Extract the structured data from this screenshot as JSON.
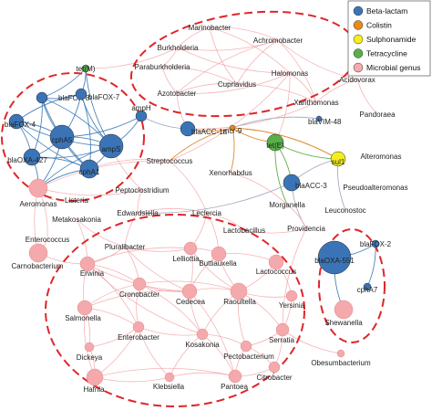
{
  "legend": {
    "items": [
      {
        "key": "beta",
        "label": "Beta-lactam",
        "color": "#3a74b6"
      },
      {
        "key": "colistin",
        "label": "Colistin",
        "color": "#e88a1a"
      },
      {
        "key": "sulph",
        "label": "Sulphonamide",
        "color": "#f4ee1c"
      },
      {
        "key": "tetra",
        "label": "Tetracycline",
        "color": "#58b047"
      },
      {
        "key": "microbe",
        "label": "Microbial genus",
        "color": "#f4a9ad"
      }
    ]
  },
  "nodes": [
    {
      "id": "marinobacter",
      "label": "Marinobacter",
      "type": "microbe"
    },
    {
      "id": "achromobacter",
      "label": "Achromobacter",
      "type": "microbe"
    },
    {
      "id": "burkholderia",
      "label": "Burkholderia",
      "type": "microbe"
    },
    {
      "id": "paraburkholderia",
      "label": "Paraburkholderia",
      "type": "microbe"
    },
    {
      "id": "halomonas",
      "label": "Halomonas",
      "type": "microbe"
    },
    {
      "id": "cupriavidus",
      "label": "Cupriavidus",
      "type": "microbe"
    },
    {
      "id": "azotobacter",
      "label": "Azotobacter",
      "type": "microbe"
    },
    {
      "id": "xanthomonas",
      "label": "Xanthomonas",
      "type": "microbe"
    },
    {
      "id": "acidovorax",
      "label": "Acidovorax",
      "type": "microbe"
    },
    {
      "id": "pandoraea",
      "label": "Pandoraea",
      "type": "microbe"
    },
    {
      "id": "tetM",
      "label": "tet(M)",
      "type": "tetra"
    },
    {
      "id": "blaFOX8",
      "label": "blaFOX-8",
      "type": "beta"
    },
    {
      "id": "blaFOX7",
      "label": "blaFOX-7",
      "type": "beta"
    },
    {
      "id": "blaFOX4",
      "label": "blaFOX-4",
      "type": "beta"
    },
    {
      "id": "cphA5",
      "label": "cphA5",
      "type": "beta"
    },
    {
      "id": "ampH",
      "label": "ampH",
      "type": "beta"
    },
    {
      "id": "ampS",
      "label": "ampS",
      "type": "beta"
    },
    {
      "id": "blaOXA427",
      "label": "blaOXA-427",
      "type": "beta"
    },
    {
      "id": "cphA1",
      "label": "cphA1",
      "type": "beta"
    },
    {
      "id": "aeromonas",
      "label": "Aeromonas",
      "type": "microbe"
    },
    {
      "id": "blaACC1a",
      "label": "blaACC-1a",
      "type": "beta"
    },
    {
      "id": "mcr9",
      "label": "mcr-9",
      "type": "colistin"
    },
    {
      "id": "blaVIM48",
      "label": "blaVIM-48",
      "type": "beta"
    },
    {
      "id": "tetE",
      "label": "tet(E)",
      "type": "tetra"
    },
    {
      "id": "sul1",
      "label": "sul1",
      "type": "sulph"
    },
    {
      "id": "alteromonas",
      "label": "Alteromonas",
      "type": "microbe"
    },
    {
      "id": "streptococcus",
      "label": "Streptococcus",
      "type": "microbe"
    },
    {
      "id": "xenorhabdus",
      "label": "Xenorhabdus",
      "type": "microbe"
    },
    {
      "id": "blaACC3",
      "label": "blaACC-3",
      "type": "beta"
    },
    {
      "id": "pseudoalteromonas",
      "label": "Pseudoalteromonas",
      "type": "microbe"
    },
    {
      "id": "listeria",
      "label": "Listeria",
      "type": "microbe"
    },
    {
      "id": "peptoclostridium",
      "label": "Peptoclostridium",
      "type": "microbe"
    },
    {
      "id": "morganella",
      "label": "Morganella",
      "type": "microbe"
    },
    {
      "id": "leuconostoc",
      "label": "Leuconostoc",
      "type": "microbe"
    },
    {
      "id": "edwardsiella",
      "label": "Edwardsiella",
      "type": "microbe"
    },
    {
      "id": "leclercia",
      "label": "Leclercia",
      "type": "microbe"
    },
    {
      "id": "metakosakonia",
      "label": "Metakosakonia",
      "type": "microbe"
    },
    {
      "id": "lactobacillus",
      "label": "Lactobacillus",
      "type": "microbe"
    },
    {
      "id": "providencia",
      "label": "Providencia",
      "type": "microbe"
    },
    {
      "id": "enterococcus",
      "label": "Enterococcus",
      "type": "microbe"
    },
    {
      "id": "carnobacterium",
      "label": "Carnobacterium",
      "type": "microbe"
    },
    {
      "id": "pluralibacter",
      "label": "Pluralibacter",
      "type": "microbe"
    },
    {
      "id": "lelliottia",
      "label": "Lelliottia",
      "type": "microbe"
    },
    {
      "id": "buttiauxella",
      "label": "Buttiauxella",
      "type": "microbe"
    },
    {
      "id": "erwinia",
      "label": "Erwinia",
      "type": "microbe"
    },
    {
      "id": "lactococcus",
      "label": "Lactococcus",
      "type": "microbe"
    },
    {
      "id": "blaOXA551",
      "label": "blaOXA-551",
      "type": "beta"
    },
    {
      "id": "blaFOX2",
      "label": "blaFOX-2",
      "type": "beta"
    },
    {
      "id": "cphA7",
      "label": "cphA7",
      "type": "beta"
    },
    {
      "id": "cronobacter",
      "label": "Cronobacter",
      "type": "microbe"
    },
    {
      "id": "cedecea",
      "label": "Cedecea",
      "type": "microbe"
    },
    {
      "id": "raoultella",
      "label": "Raoultella",
      "type": "microbe"
    },
    {
      "id": "yersinia",
      "label": "Yersinia",
      "type": "microbe"
    },
    {
      "id": "salmonella",
      "label": "Salmonella",
      "type": "microbe"
    },
    {
      "id": "shewanella",
      "label": "Shewanella",
      "type": "microbe"
    },
    {
      "id": "enterobacter",
      "label": "Enterobacter",
      "type": "microbe"
    },
    {
      "id": "kosakonia",
      "label": "Kosakonia",
      "type": "microbe"
    },
    {
      "id": "serratia",
      "label": "Serratia",
      "type": "microbe"
    },
    {
      "id": "pectobacterium",
      "label": "Pectobacterium",
      "type": "microbe"
    },
    {
      "id": "dickeya",
      "label": "Dickeya",
      "type": "microbe"
    },
    {
      "id": "obesumbacterium",
      "label": "Obesumbacterium",
      "type": "microbe"
    },
    {
      "id": "citrobacter",
      "label": "Citrobacter",
      "type": "microbe"
    },
    {
      "id": "hafnia",
      "label": "Hafnia",
      "type": "microbe"
    },
    {
      "id": "klebsiella",
      "label": "Klebsiella",
      "type": "microbe"
    },
    {
      "id": "pantoea",
      "label": "Pantoea",
      "type": "microbe"
    }
  ]
}
